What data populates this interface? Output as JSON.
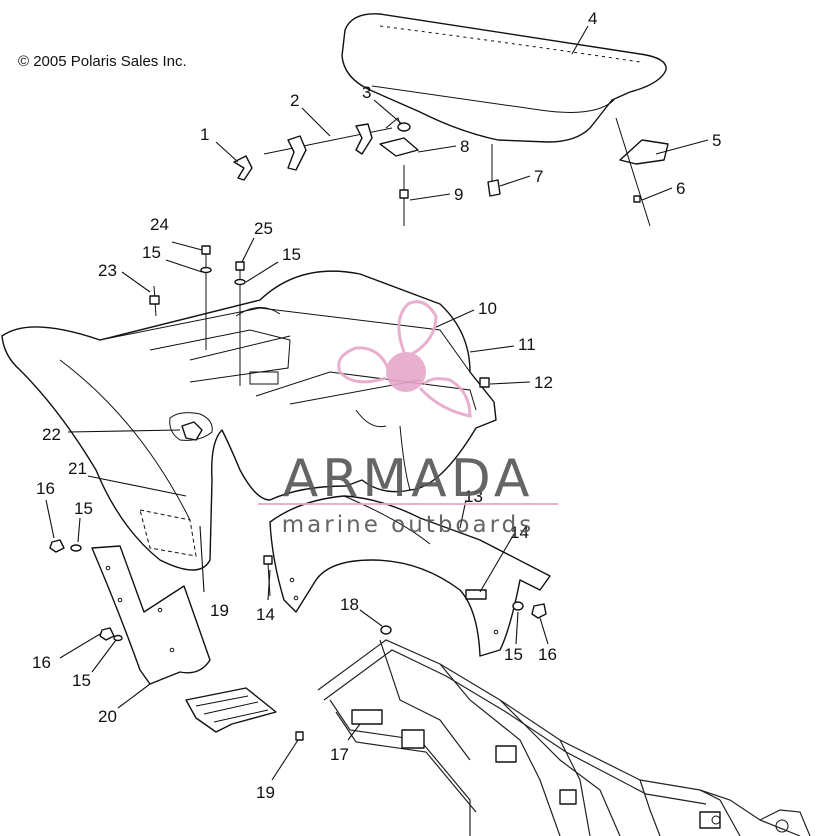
{
  "copyright": "© 2005 Polaris Sales Inc.",
  "watermark": {
    "brand": "ARMADA",
    "tagline": "marine outboards",
    "color": "#e6a7c9",
    "text_color": "#555555"
  },
  "callouts": [
    {
      "id": "c1",
      "label": "1"
    },
    {
      "id": "c2",
      "label": "2"
    },
    {
      "id": "c3",
      "label": "3"
    },
    {
      "id": "c4",
      "label": "4"
    },
    {
      "id": "c5",
      "label": "5"
    },
    {
      "id": "c6",
      "label": "6"
    },
    {
      "id": "c7",
      "label": "7"
    },
    {
      "id": "c8",
      "label": "8"
    },
    {
      "id": "c9",
      "label": "9"
    },
    {
      "id": "c10",
      "label": "10"
    },
    {
      "id": "c11",
      "label": "11"
    },
    {
      "id": "c12",
      "label": "12"
    },
    {
      "id": "c13",
      "label": "13"
    },
    {
      "id": "c14a",
      "label": "14"
    },
    {
      "id": "c14b",
      "label": "14"
    },
    {
      "id": "c15a",
      "label": "15"
    },
    {
      "id": "c15b",
      "label": "15"
    },
    {
      "id": "c15c",
      "label": "15"
    },
    {
      "id": "c15d",
      "label": "15"
    },
    {
      "id": "c15e",
      "label": "15"
    },
    {
      "id": "c16a",
      "label": "16"
    },
    {
      "id": "c16b",
      "label": "16"
    },
    {
      "id": "c16c",
      "label": "16"
    },
    {
      "id": "c17",
      "label": "17"
    },
    {
      "id": "c18",
      "label": "18"
    },
    {
      "id": "c19a",
      "label": "19"
    },
    {
      "id": "c19b",
      "label": "19"
    },
    {
      "id": "c20",
      "label": "20"
    },
    {
      "id": "c21",
      "label": "21"
    },
    {
      "id": "c22",
      "label": "22"
    },
    {
      "id": "c23",
      "label": "23"
    },
    {
      "id": "c24",
      "label": "24"
    },
    {
      "id": "c25",
      "label": "25"
    }
  ]
}
